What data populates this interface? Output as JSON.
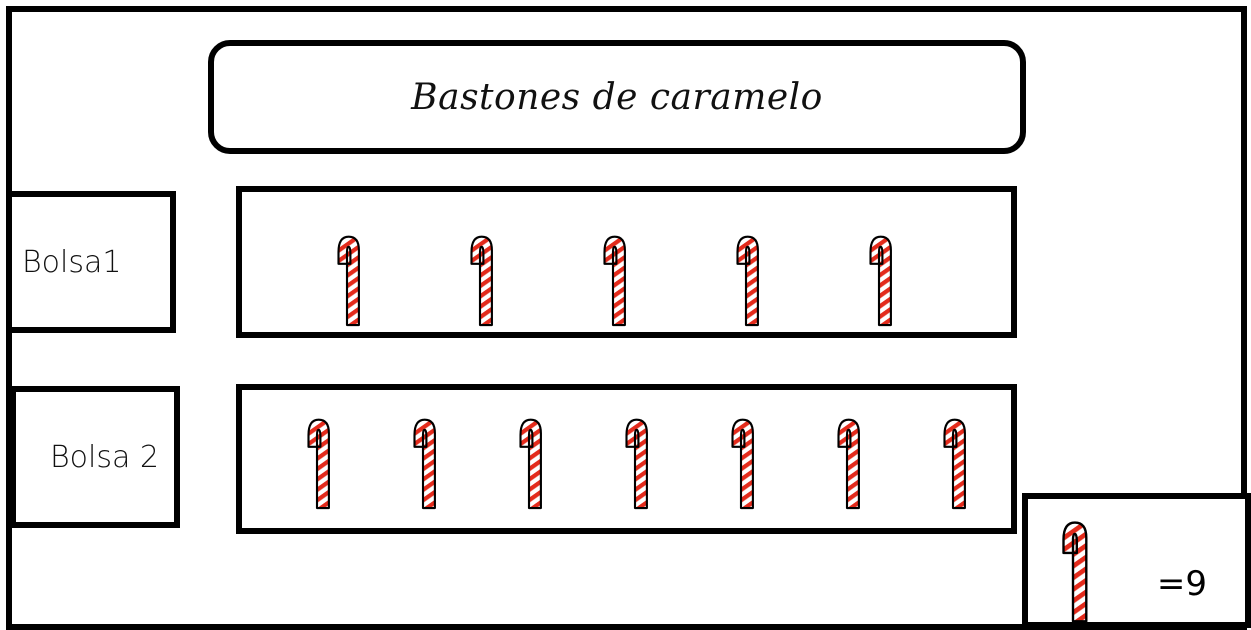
{
  "title": "Bastones de caramelo",
  "bags": [
    {
      "label": "Bolsa1",
      "count": 5
    },
    {
      "label": "Bolsa 2",
      "count": 7
    }
  ],
  "key": {
    "text": "=9"
  },
  "icon": "candy-cane-icon",
  "colors": {
    "stripe": "#e32b1c",
    "outline": "#000000",
    "background": "#ffffff"
  }
}
